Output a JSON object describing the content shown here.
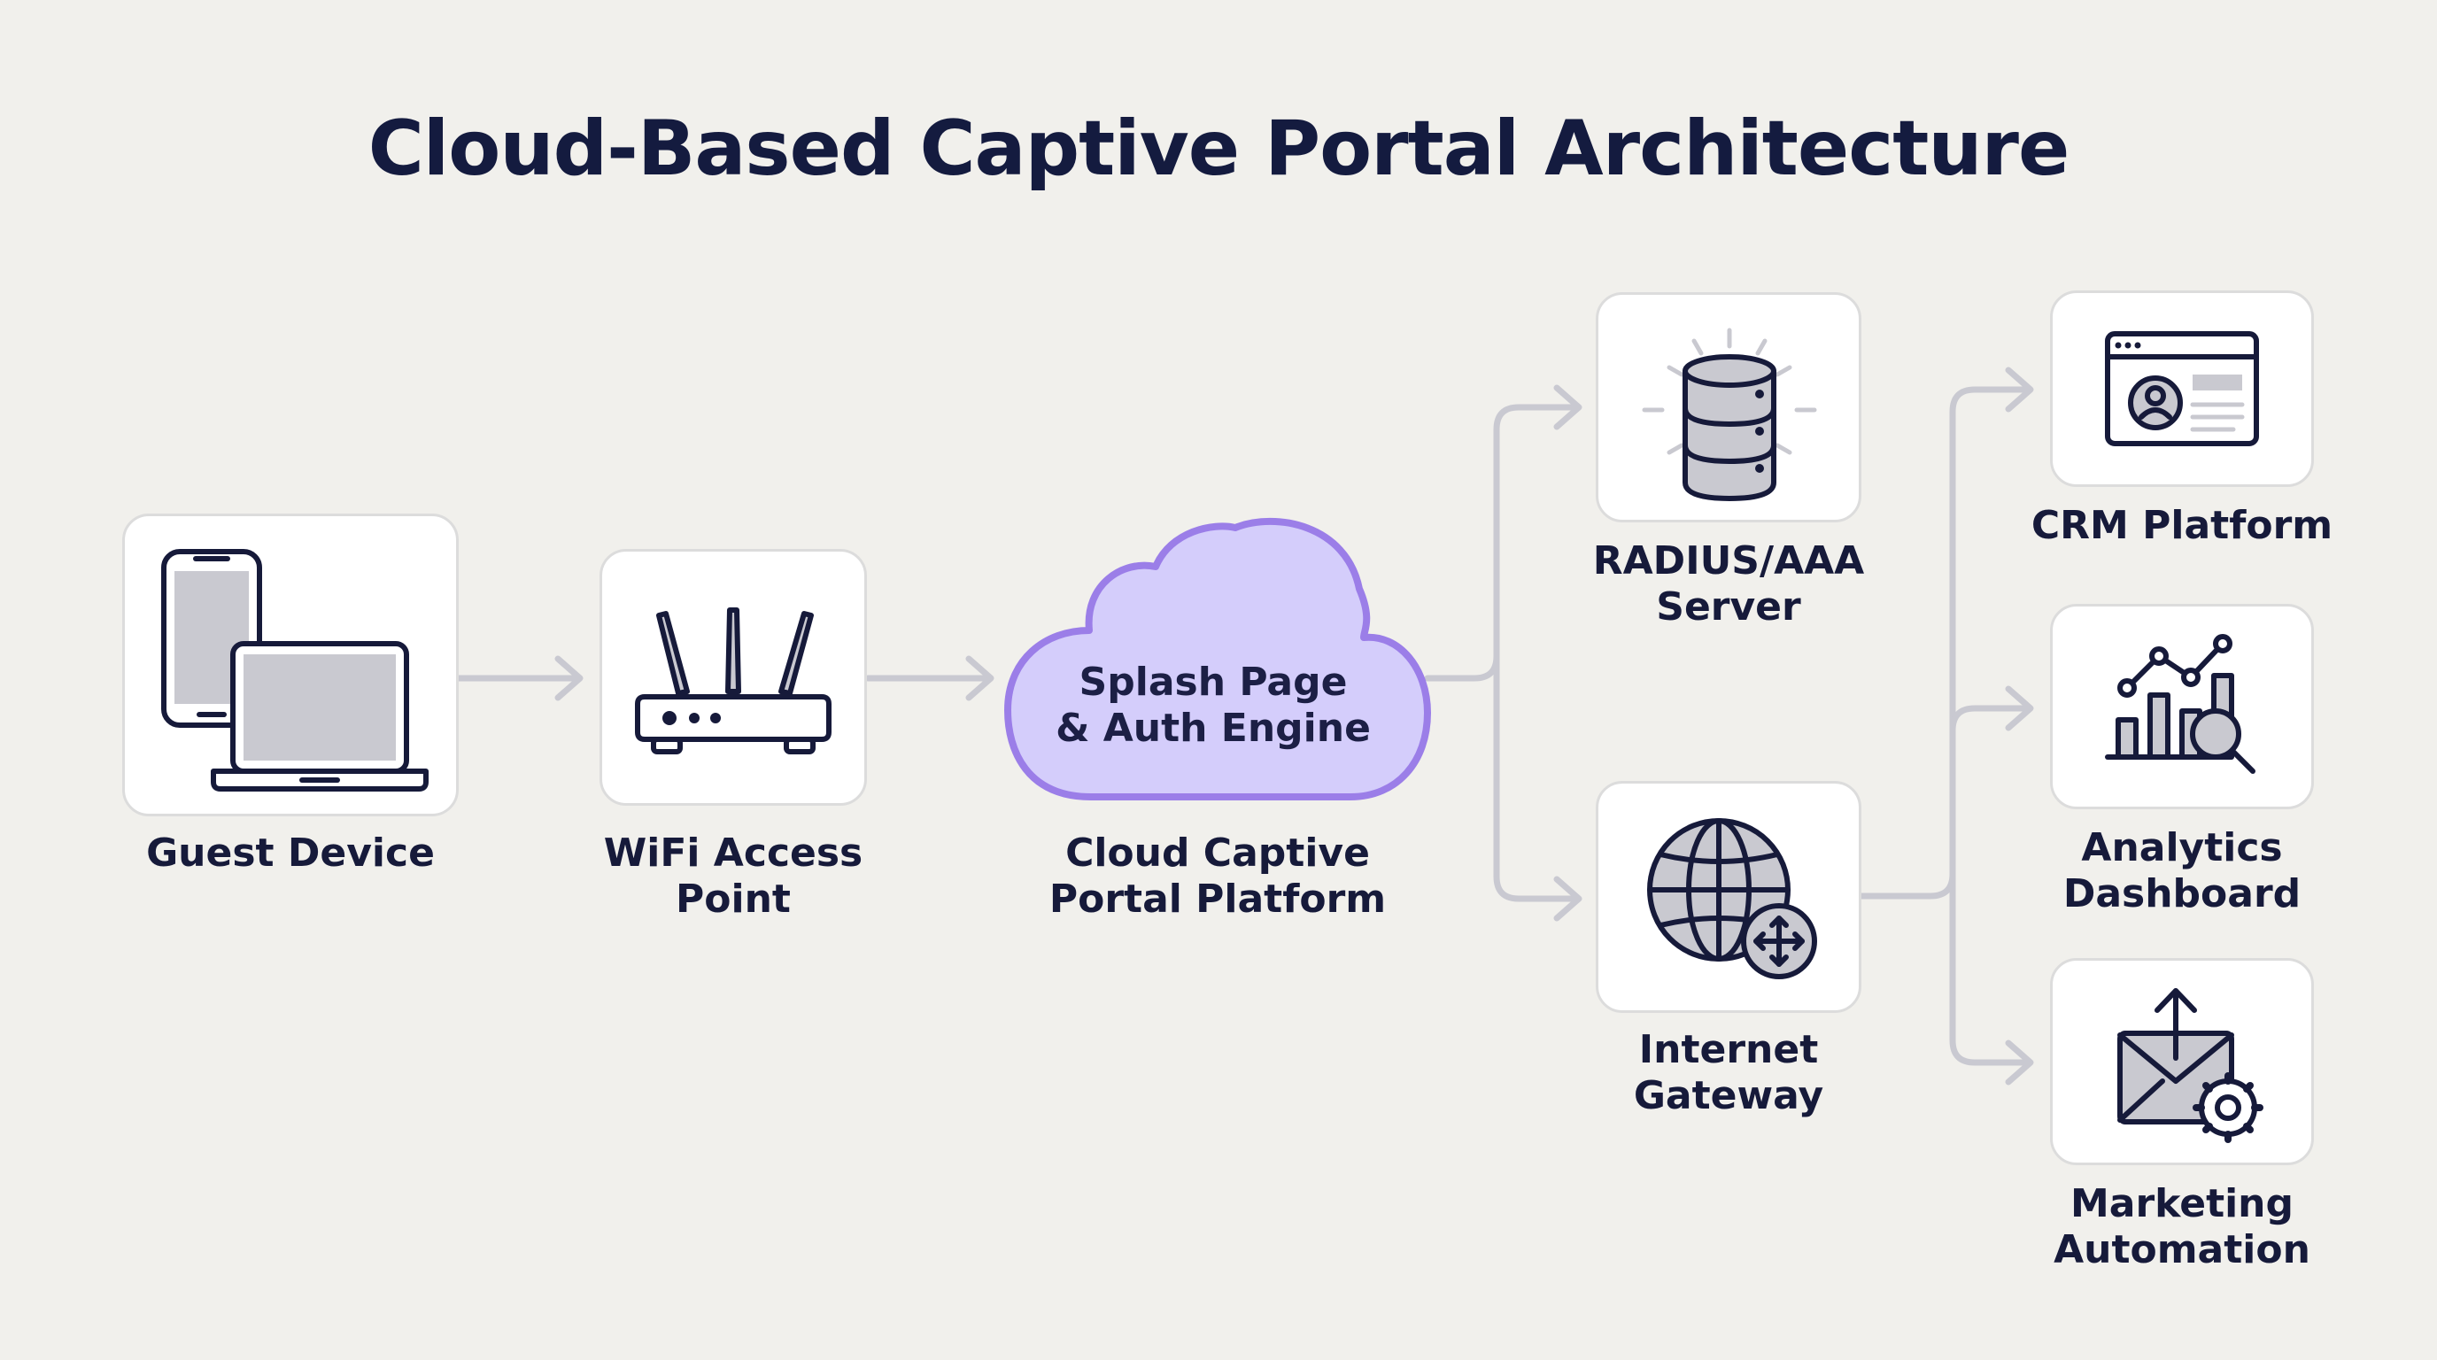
{
  "title": "Cloud-Based Captive Portal Architecture",
  "colors": {
    "background": "#f1f0ec",
    "ink": "#161a3a",
    "icon_fill": "#c9c9d0",
    "connector": "#c9c9d1",
    "cloud_fill": "#d4cdfb",
    "cloud_stroke": "#9b7ee8"
  },
  "nodes": {
    "guest_device": {
      "label": "Guest Device",
      "icon": "phone-laptop-icon"
    },
    "wifi_ap": {
      "label_line1": "WiFi Access",
      "label_line2": "Point",
      "icon": "router-icon"
    },
    "cloud": {
      "inner_line1": "Splash Page",
      "inner_line2": "& Auth Engine",
      "label_line1": "Cloud Captive",
      "label_line2": "Portal Platform",
      "icon": "cloud-icon"
    },
    "radius": {
      "label_line1": "RADIUS/AAA",
      "label_line2": "Server",
      "icon": "database-icon"
    },
    "gateway": {
      "label_line1": "Internet",
      "label_line2": "Gateway",
      "icon": "globe-icon"
    },
    "crm": {
      "label": "CRM Platform",
      "icon": "crm-profile-icon"
    },
    "analytics": {
      "label_line1": "Analytics",
      "label_line2": "Dashboard",
      "icon": "chart-magnifier-icon"
    },
    "marketing": {
      "label_line1": "Marketing",
      "label_line2": "Automation",
      "icon": "email-gear-icon"
    }
  }
}
